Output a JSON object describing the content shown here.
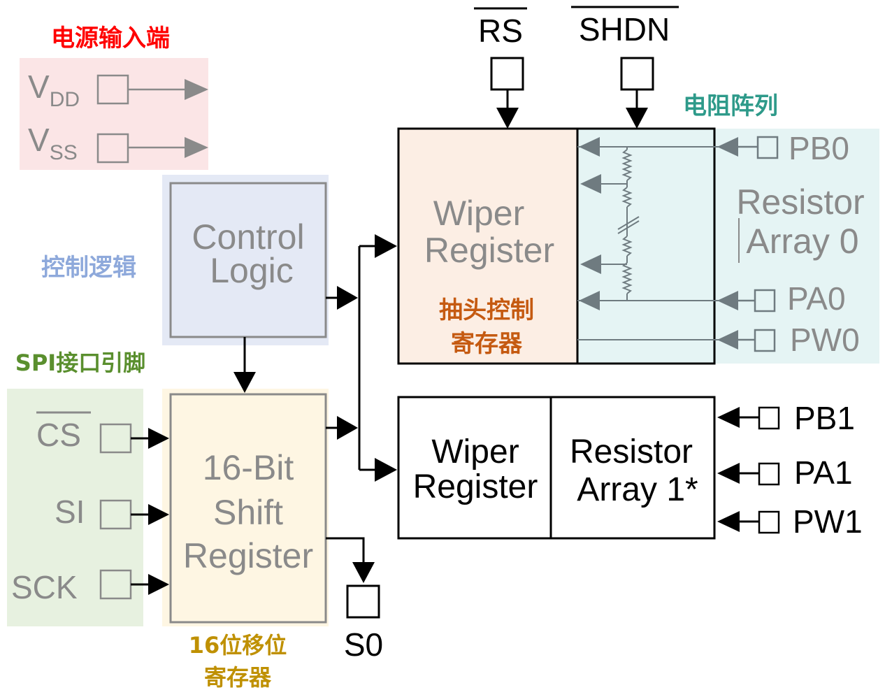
{
  "annotations": {
    "power_input": "电源输入端",
    "control_logic_cn": "控制逻辑",
    "spi_pins": "SPI接口引脚",
    "shift_register_cn_line1": "16位移位",
    "shift_register_cn_line2": "寄存器",
    "wiper_register_cn_line1": "抽头控制",
    "wiper_register_cn_line2": "寄存器",
    "resistor_array_cn": "电阻阵列"
  },
  "pins": {
    "vdd_main": "V",
    "vdd_sub": "DD",
    "vss_main": "V",
    "vss_sub": "SS",
    "rs": "RS",
    "shdn": "SHDN",
    "cs": "CS",
    "si": "SI",
    "sck": "SCK",
    "so": "S0",
    "pb0": "PB0",
    "pa0": "PA0",
    "pw0": "PW0",
    "pb1": "PB1",
    "pa1": "PA1",
    "pw1": "PW1"
  },
  "blocks": {
    "control_logic": {
      "line1": "Control",
      "line2": "Logic"
    },
    "shift_register": {
      "line1": "16-Bit",
      "line2": "Shift",
      "line3": "Register"
    },
    "wiper_register_0": {
      "line1": "Wiper",
      "line2": "Register"
    },
    "resistor_array_0": {
      "line1": "Resistor",
      "line2": "Array 0"
    },
    "wiper_register_1": {
      "line1": "Wiper",
      "line2": "Register"
    },
    "resistor_array_1": {
      "line1": "Resistor",
      "line2": "Array 1*"
    }
  },
  "colors": {
    "power_bg": "#fbe5e6",
    "control_bg": "#e4e9f5",
    "spi_bg": "#e7f1e0",
    "shift_bg": "#fef6e3",
    "wiper_bg": "#fceee4",
    "array_bg": "#e5f4f4",
    "red_label": "#ff0000",
    "blue_label": "#8ea9db",
    "green_label": "#5a8f2e",
    "gold_label": "#bf9000",
    "orange_label": "#c55a11",
    "teal_label": "#2e9a8a"
  }
}
